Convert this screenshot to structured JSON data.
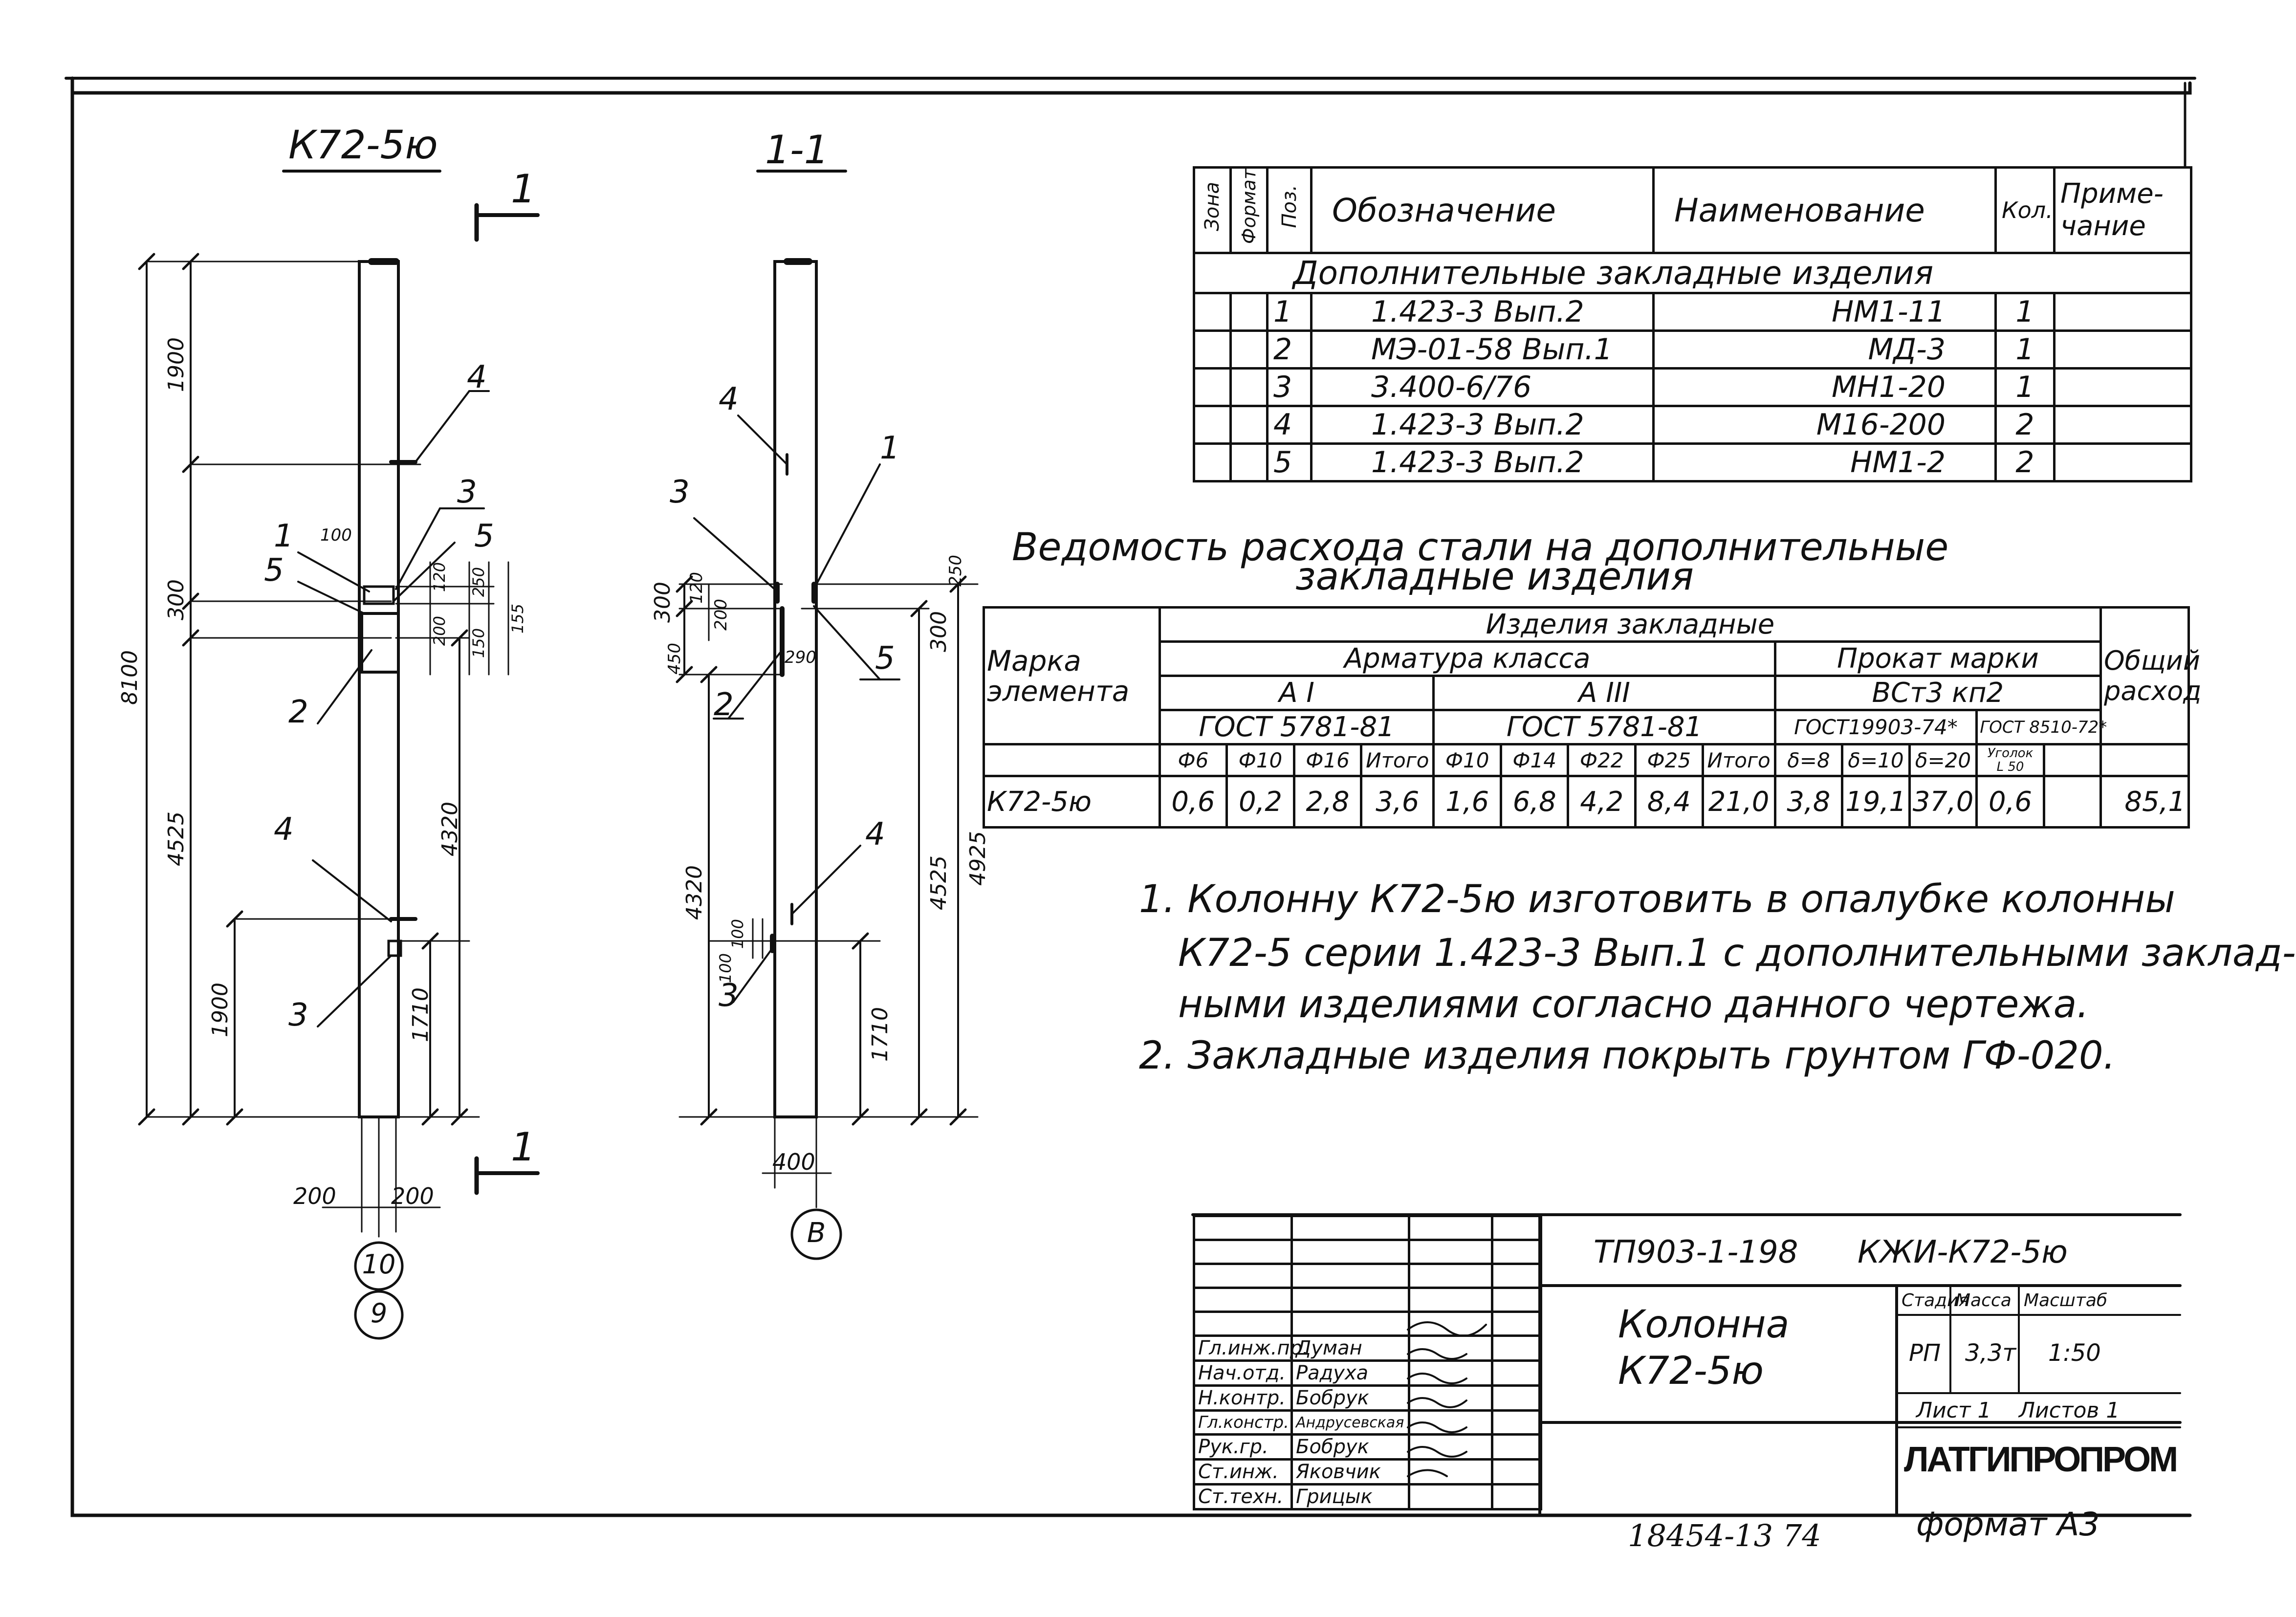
{
  "views": {
    "elevation": {
      "title": "К72-5ю",
      "section_mark": "1",
      "dims": {
        "total": "8100",
        "top": "1900",
        "mid": "300",
        "lower": "4525",
        "bottom": "1900",
        "right_lower": "4320",
        "right_bottom": "1710",
        "offset_a": "100",
        "d200a": "200",
        "d200b": "200",
        "d120": "120",
        "d250": "250",
        "d200c": "200",
        "d150": "150",
        "d155": "155",
        "width_left": "200",
        "width_right": "200"
      },
      "labels": [
        "1",
        "5",
        "2",
        "3",
        "4",
        "4",
        "5",
        "3"
      ],
      "axes": [
        "10",
        "9"
      ]
    },
    "section": {
      "title": "1-1",
      "dims": {
        "d300": "300",
        "d120": "120",
        "d200": "200",
        "d450": "450",
        "d290": "290",
        "d300r": "300",
        "d250": "250",
        "d4525": "4525",
        "d4925": "4925",
        "d4320": "4320",
        "d100a": "100",
        "d100b": "100",
        "d1710": "1710",
        "width": "400"
      },
      "labels": [
        "4",
        "1",
        "3",
        "5",
        "2",
        "4",
        "3"
      ],
      "axis": "В"
    }
  },
  "spec_table": {
    "headers": [
      "Зона",
      "Формат",
      "Поз.",
      "Обозначение",
      "Наименование",
      "Кол.",
      "Приме-\nчание"
    ],
    "section_title": "Дополнительные закладные изделия",
    "rows": [
      {
        "pos": "1",
        "designation": "1.423-3   Вып.2",
        "name": "НМ1-11",
        "qty": "1"
      },
      {
        "pos": "2",
        "designation": "МЭ-01-58 Вып.1",
        "name": "МД-3",
        "qty": "1"
      },
      {
        "pos": "3",
        "designation": "3.400-6/76",
        "name": "МН1-20",
        "qty": "1"
      },
      {
        "pos": "4",
        "designation": "1.423-3  Вып.2",
        "name": "М16-200",
        "qty": "2"
      },
      {
        "pos": "5",
        "designation": "1.423-3  Вып.2",
        "name": "НМ1-2",
        "qty": "2"
      }
    ]
  },
  "steel_table": {
    "title_line1": "Ведомость расхода стали на дополнительные",
    "title_line2": "закладные изделия",
    "mark_header": "Марка\nэлемента",
    "embedded_header": "Изделия закладные",
    "rebar_header": "Арматура класса",
    "class_a1": "А I",
    "class_a3": "А III",
    "rolled_header": "Прокат марки",
    "rolled_grade": "ВСт3 кп2",
    "gost_a1": "ГОСТ 5781-81",
    "gost_a3": "ГОСТ 5781-81",
    "gost_r1": "ГОСТ19903-74*",
    "gost_r2": "ГОСТ 8510-72*",
    "total_header": "Общий\nрасход",
    "cols": [
      "Ф6",
      "Ф10",
      "Ф16",
      "Итого",
      "Ф10",
      "Ф14",
      "Ф22",
      "Ф25",
      "Итого",
      "δ=8",
      "δ=10",
      "δ=20",
      "Уголок\nL 50",
      "",
      ""
    ],
    "row": {
      "mark": "К72-5ю",
      "values": [
        "0,6",
        "0,2",
        "2,8",
        "3,6",
        "1,6",
        "6,8",
        "4,2",
        "8,4",
        "21,0",
        "3,8",
        "19,1",
        "37,0",
        "0,6",
        ""
      ],
      "total": "85,1"
    }
  },
  "notes": [
    "1. Колонну К72-5ю изготовить в опалубке колонны",
    "К72-5 серии 1.423-3 Вып.1 с дополнительными заклад-",
    "ными изделиями согласно данного чертежа.",
    "2. Закладные изделия покрыть грунтом ГФ-020."
  ],
  "stamp": {
    "code": "ТП903-1-198",
    "sheet_mark": "КЖИ-К72-5ю",
    "name_line1": "Колонна",
    "name_line2": "К72-5ю",
    "stage_h": "Стадия",
    "mass_h": "Масса",
    "scale_h": "Масштаб",
    "stage": "РП",
    "mass": "3,3т",
    "scale": "1:50",
    "sheet": "Лист 1",
    "sheets": "Листов 1",
    "org": "ЛАТГИПРОПРОМ",
    "format": "формат А3",
    "inventory": "18454-13  74",
    "roles": [
      {
        "role": "Гл.инж.пр.",
        "name": "Думан"
      },
      {
        "role": "Нач.отд.",
        "name": "Радуха"
      },
      {
        "role": "Н.контр.",
        "name": "Бобрук"
      },
      {
        "role": "Гл.констр.",
        "name": "Андрусевская"
      },
      {
        "role": "Рук.гр.",
        "name": "Бобрук"
      },
      {
        "role": "Ст.инж.",
        "name": "Яковчик"
      },
      {
        "role": "Ст.техн.",
        "name": "Грицык"
      }
    ]
  }
}
